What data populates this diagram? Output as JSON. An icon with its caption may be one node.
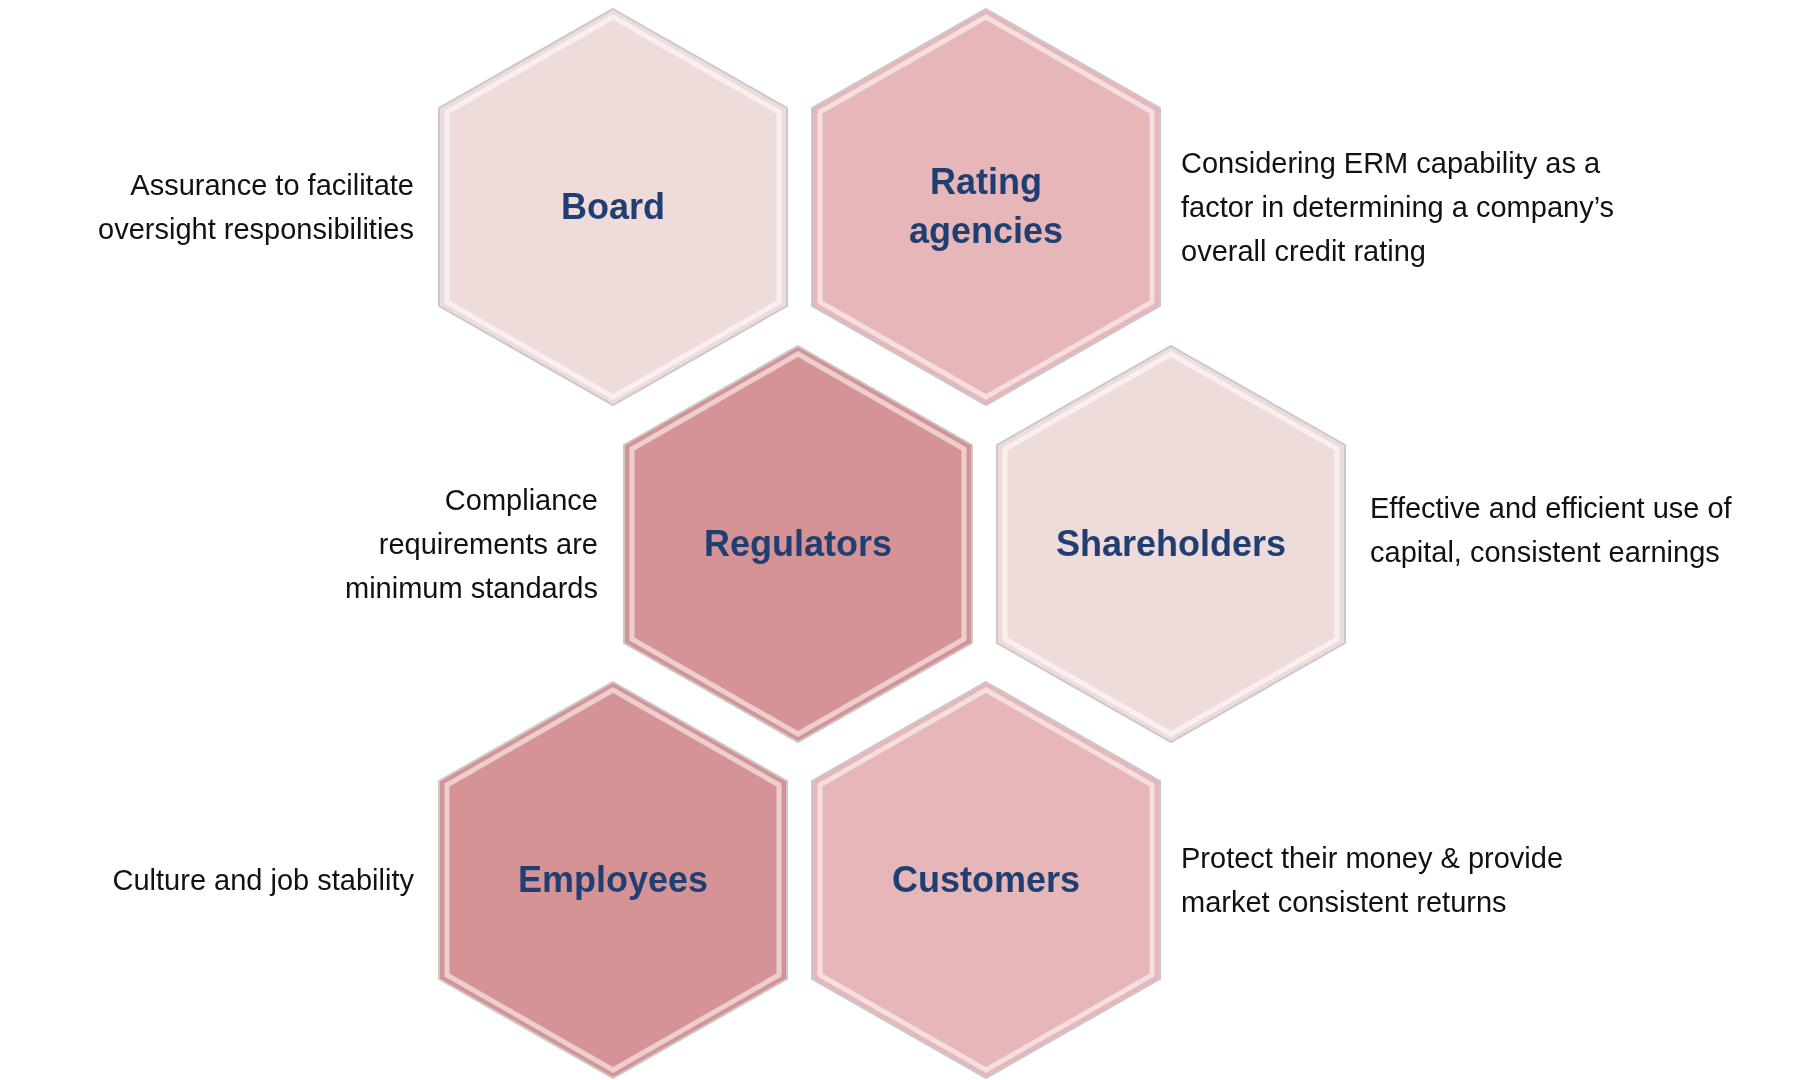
{
  "diagram": {
    "nodes": [
      {
        "text": [
          "Board"
        ],
        "beside": [
          "Assurance to facilitate oversight responsibilities"
        ]
      },
      {
        "text": [
          "Rating agencies"
        ],
        "beside": [
          "Considering ERM capability as a factor in determining a company’s overall credit rating"
        ]
      },
      {
        "text": [
          "Regulators"
        ],
        "beside": [
          "Compliance requirements are minimum standards"
        ]
      },
      {
        "text": [
          "Shareholders"
        ],
        "beside": [
          "Effective and efficient use of capital, consistent earnings"
        ]
      },
      {
        "text": [
          "Employees"
        ],
        "beside": [
          "Culture and job stability"
        ]
      },
      {
        "text": [
          "Customers"
        ],
        "beside": [
          "Protect their money & provide market consistent returns"
        ]
      }
    ]
  }
}
